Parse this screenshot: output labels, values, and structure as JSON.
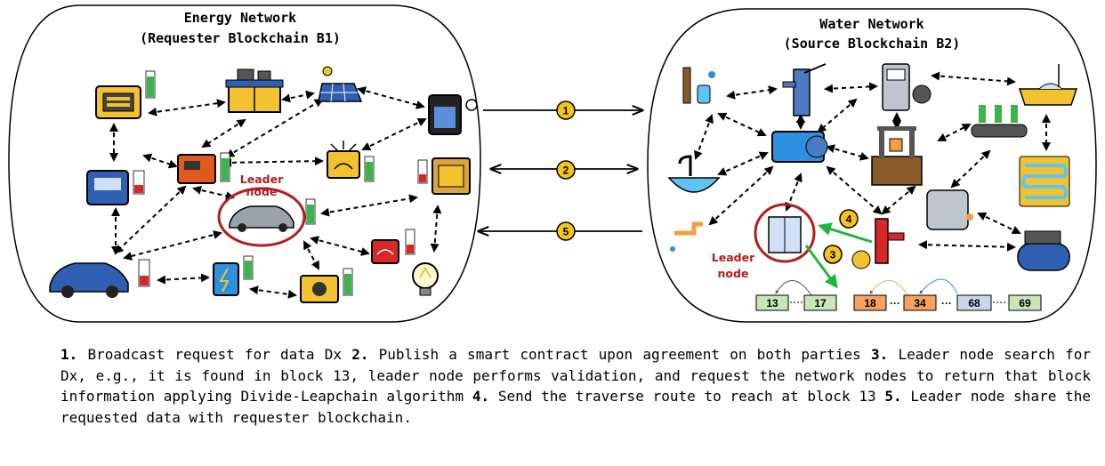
{
  "energy": {
    "title_line1": "Energy Network",
    "title_line2": "(Requester Blockchain B1)",
    "leader_line1": "Leader",
    "leader_line2": "node"
  },
  "water": {
    "title_line1": "Water Network",
    "title_line2": "(Source Blockchain B2)",
    "leader_line1": "Leader",
    "leader_line2": "node"
  },
  "steps": {
    "s1": "1",
    "s2": "2",
    "s3": "3",
    "s4": "4",
    "s5": "5"
  },
  "blocks": [
    "13",
    "17",
    "18",
    "34",
    "68",
    "69"
  ],
  "block_dots": "···",
  "colors": {
    "step_badge": "#f5c518",
    "leader_ring": "#b01e1e",
    "green_arrow": "#1db83a",
    "block_green": "#c8e6b8",
    "block_orange": "#f4a261",
    "block_blue": "#c9d6ee"
  },
  "caption": {
    "n1": "1.",
    "t1": "Broadcast request for data Dx",
    "n2": "2.",
    "t2": "Publish a smart contract upon agreement on both parties",
    "n3": "3.",
    "t3": "Leader node search for Dx, e.g., it is found in block 13, leader node performs validation, and request the network nodes to return that block information applying Divide-Leapchain algorithm",
    "n4": "4.",
    "t4": "Send the traverse route to reach at block 13",
    "n5": "5.",
    "t5": "Leader node share the requested data with requester blockchain."
  }
}
